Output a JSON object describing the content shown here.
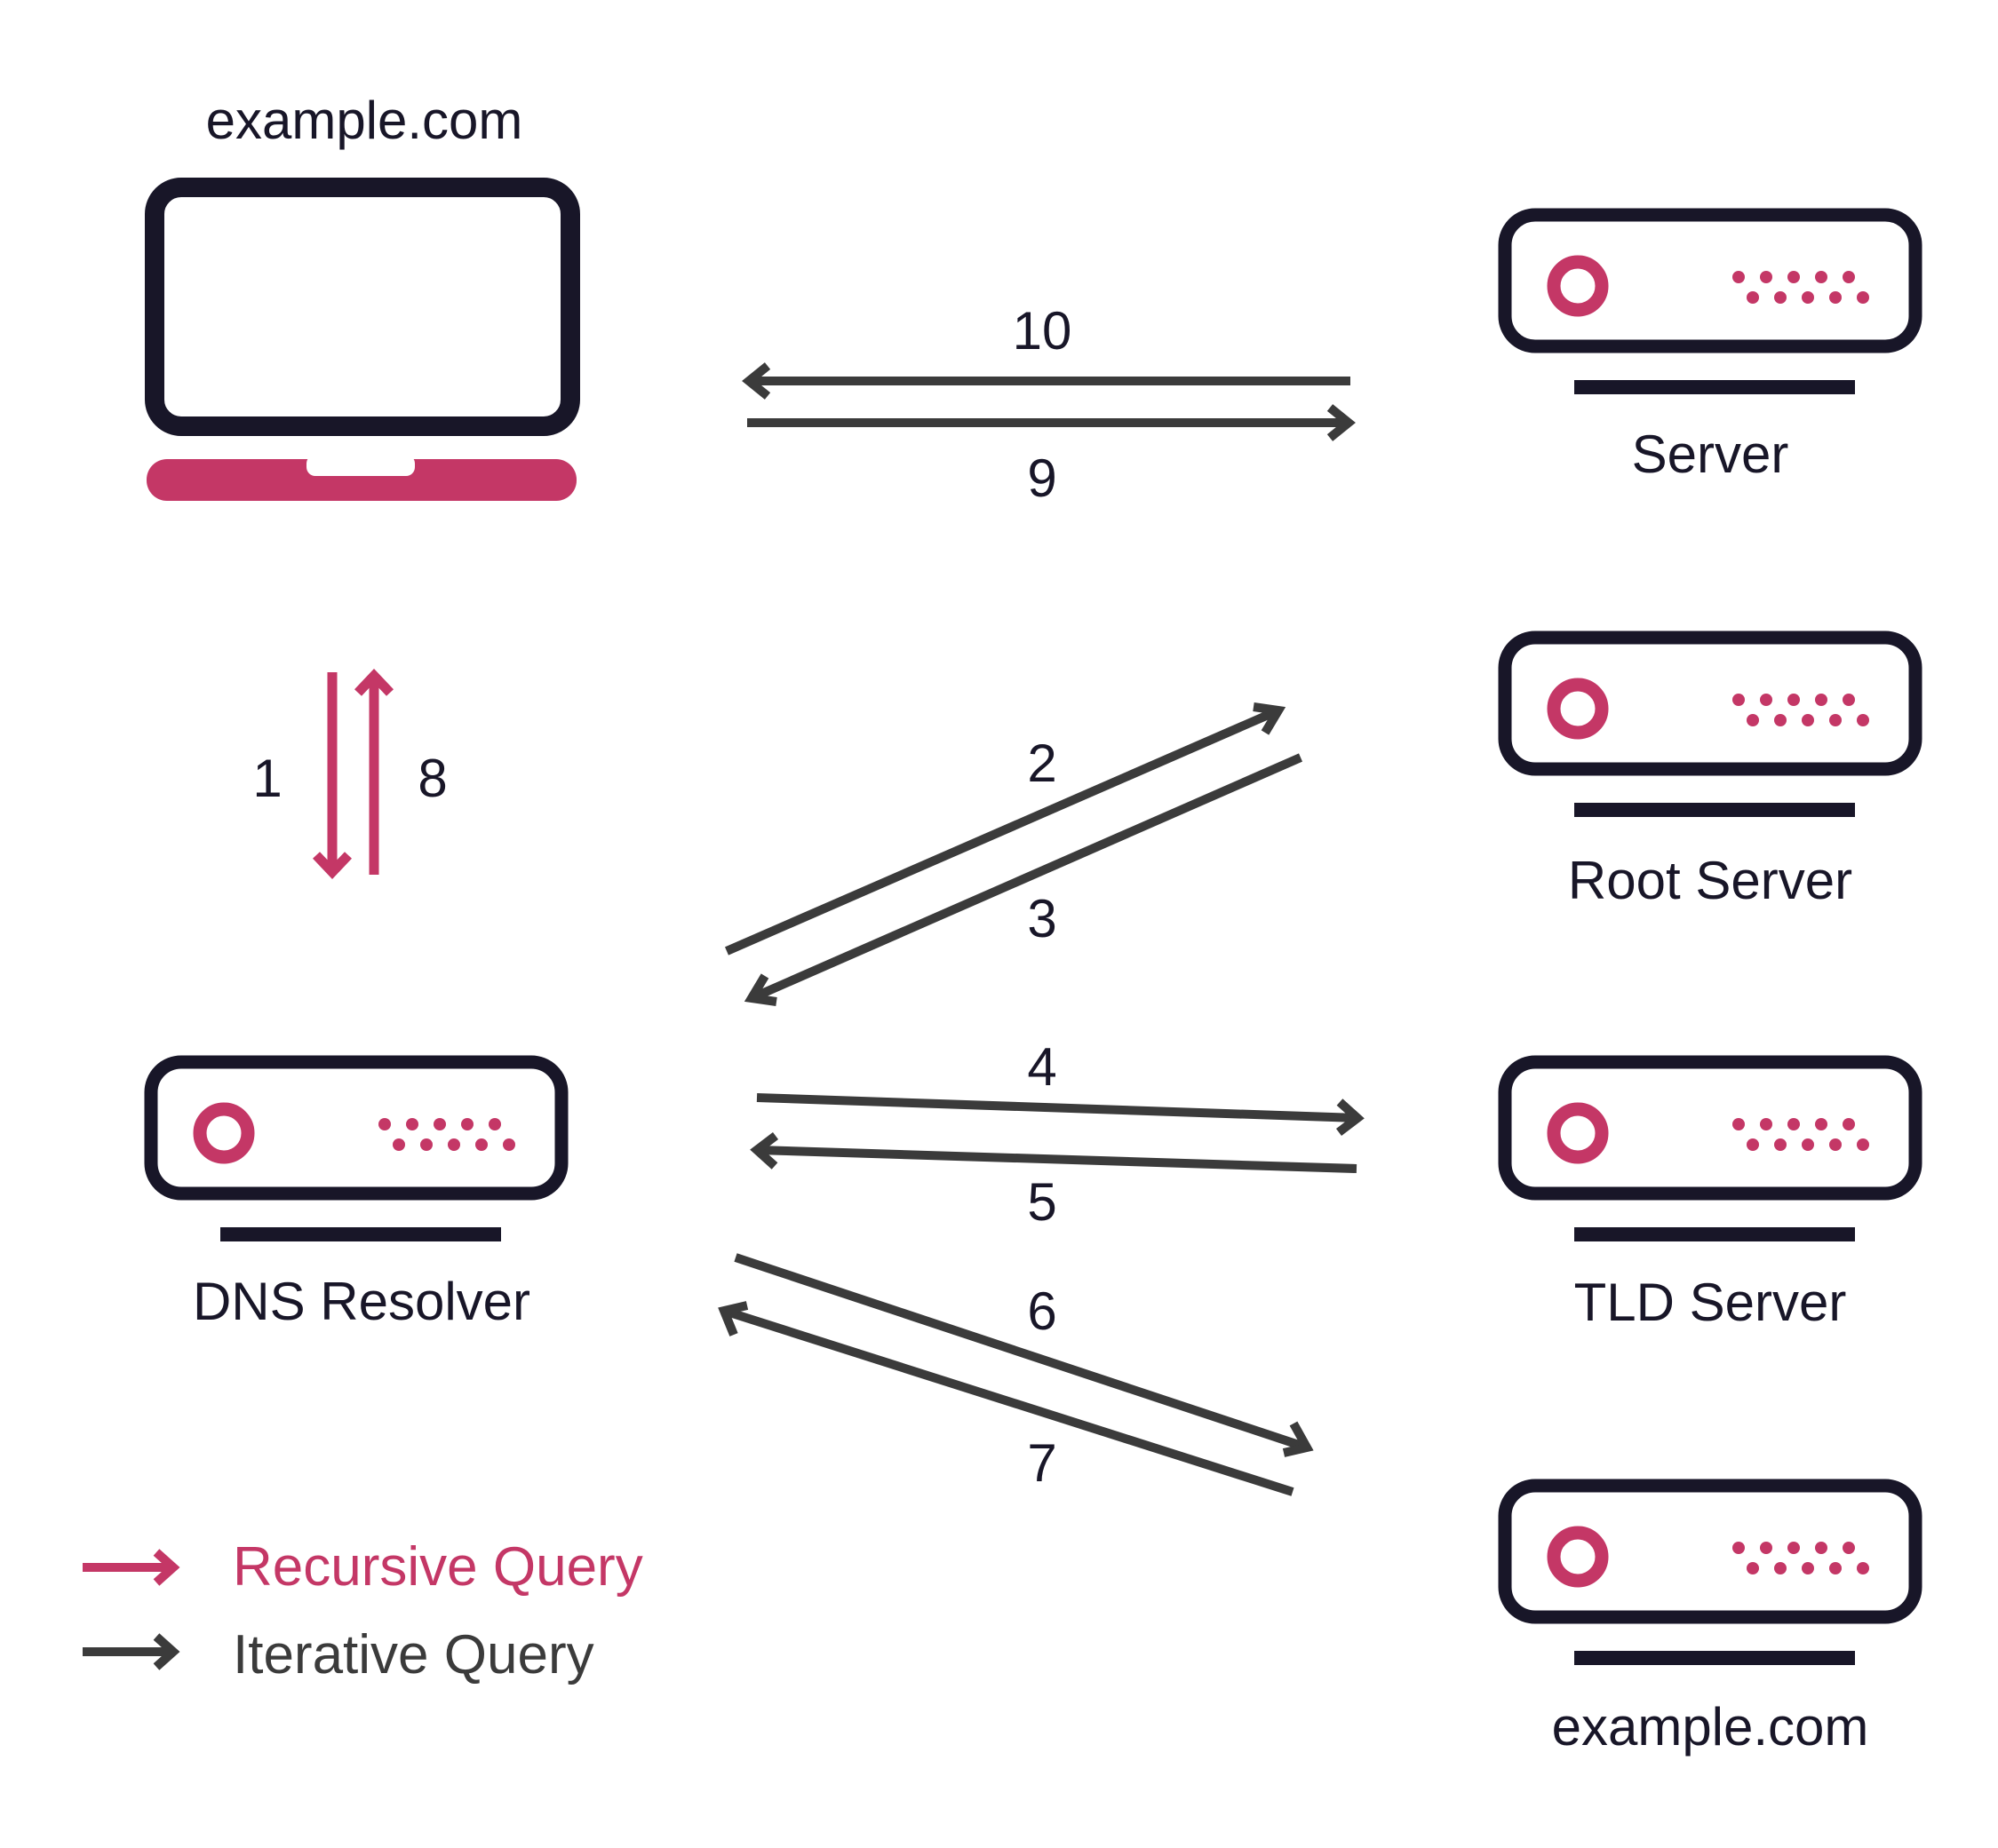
{
  "colors": {
    "ink": "#181628",
    "accent": "#C43766",
    "arrow": "#3B3B3B"
  },
  "client": {
    "label": "example.com",
    "icon": "laptop-icon"
  },
  "resolver": {
    "label": "DNS Resolver",
    "icon": "server-icon"
  },
  "servers": [
    {
      "label": "Server",
      "icon": "server-icon"
    },
    {
      "label": "Root Server",
      "icon": "server-icon"
    },
    {
      "label": "TLD Server",
      "icon": "server-icon"
    },
    {
      "label": "example.com",
      "icon": "server-icon"
    }
  ],
  "steps": {
    "s1": "1",
    "s2": "2",
    "s3": "3",
    "s4": "4",
    "s5": "5",
    "s6": "6",
    "s7": "7",
    "s8": "8",
    "s9": "9",
    "s10": "10"
  },
  "legend": {
    "recursive": "Recursive Query",
    "iterative": "Iterative Query"
  }
}
